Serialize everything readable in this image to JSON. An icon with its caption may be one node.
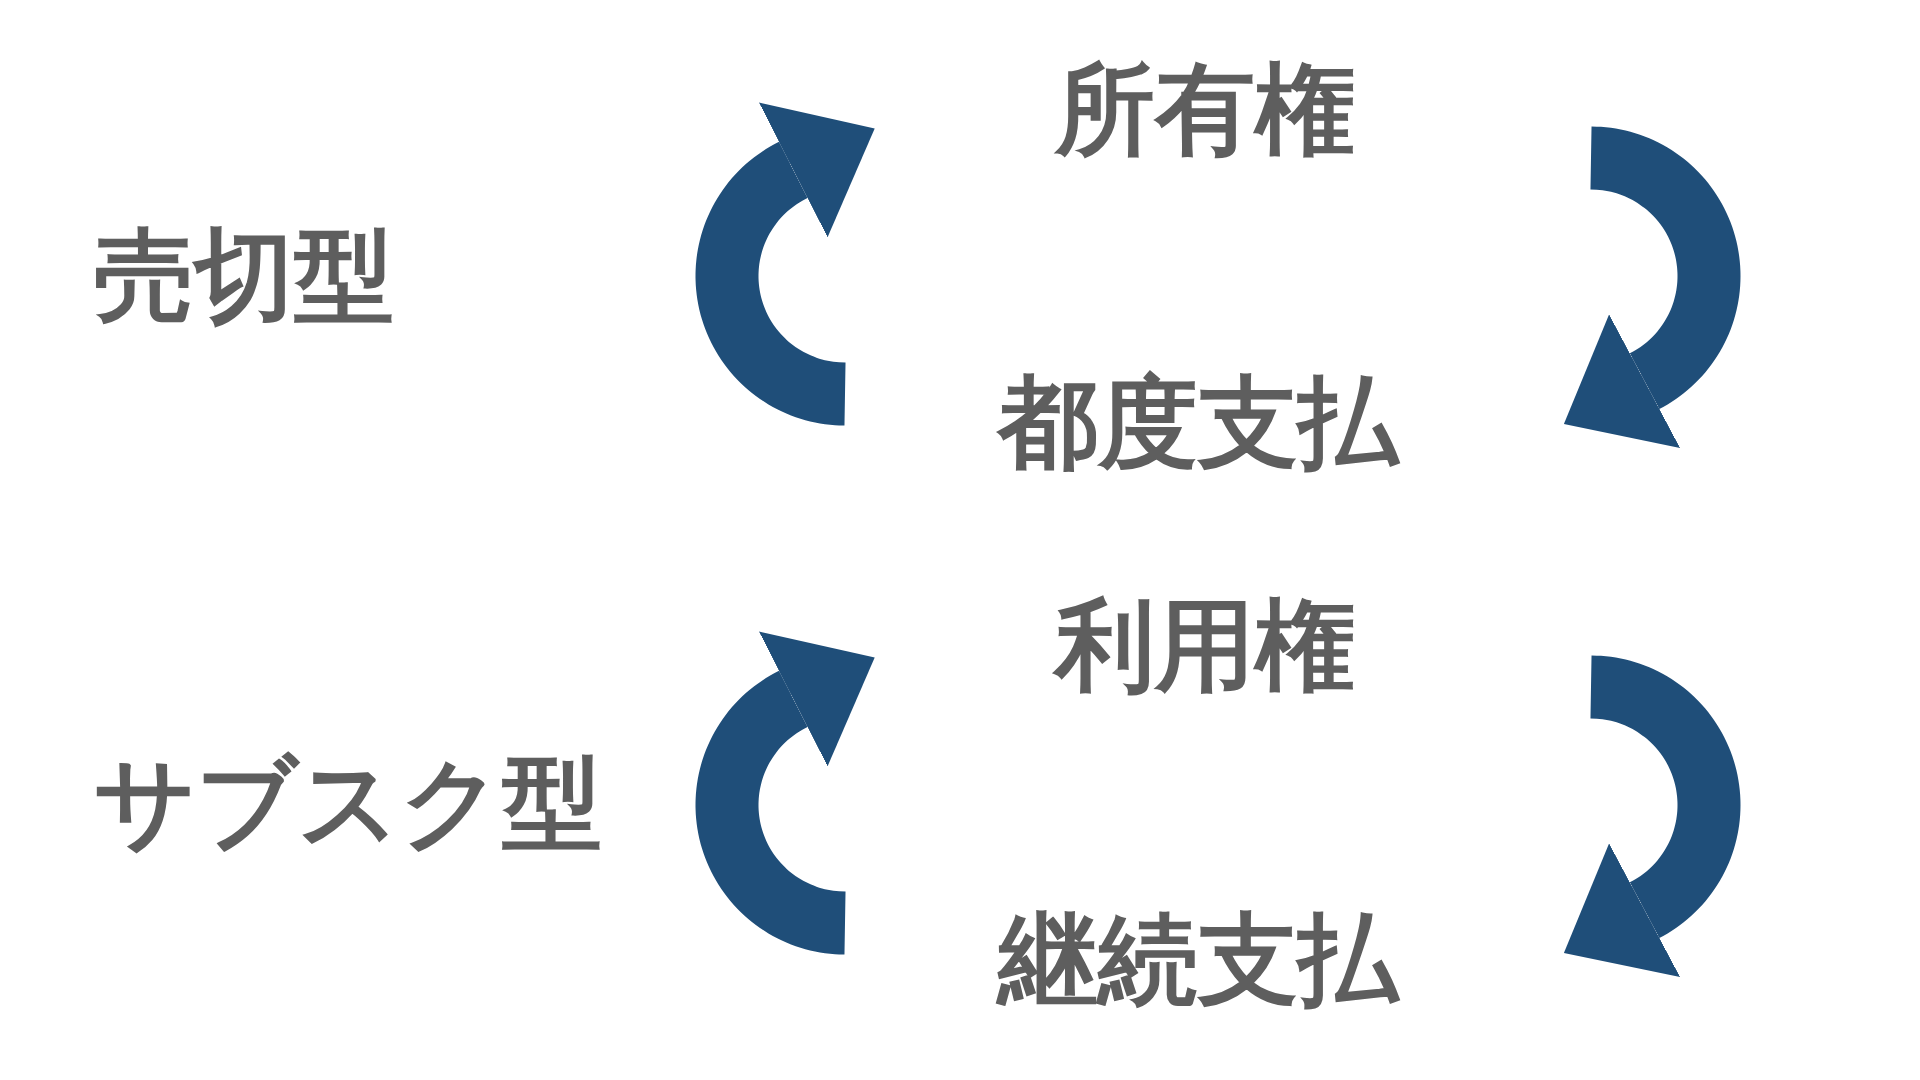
{
  "diagram": {
    "nodes": [
      {
        "text": [
          "売切型"
        ]
      },
      {
        "text": [
          "所有権"
        ]
      },
      {
        "text": [
          "都度支払"
        ]
      },
      {
        "text": [
          "サブスク型"
        ]
      },
      {
        "text": [
          "利用権"
        ]
      },
      {
        "text": [
          "継続支払"
        ]
      }
    ]
  }
}
